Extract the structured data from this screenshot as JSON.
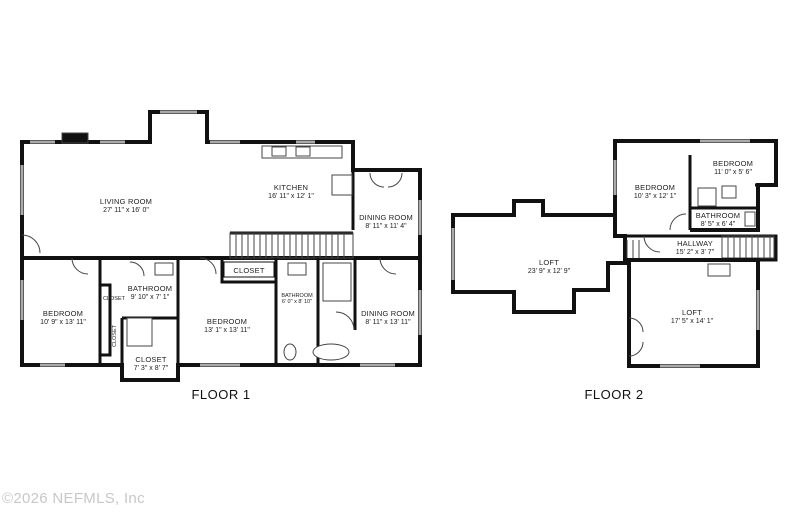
{
  "floors": [
    {
      "label": "FLOOR 1",
      "rooms": [
        {
          "name": "LIVING ROOM",
          "dims": "27' 11\" x 16' 0\""
        },
        {
          "name": "KITCHEN",
          "dims": "16' 11\" x 12' 1\""
        },
        {
          "name": "DINING ROOM",
          "dims": "8' 11\" x 11' 4\""
        },
        {
          "name": "BATHROOM",
          "dims": "9' 10\" x 7' 1\""
        },
        {
          "name": "CLOSET",
          "dims": ""
        },
        {
          "name": "BEDROOM",
          "dims": "10' 9\" x 13' 11\""
        },
        {
          "name": "BEDROOM",
          "dims": "13' 1\" x 13' 11\""
        },
        {
          "name": "BATHROOM",
          "dims": "6' 0\" x 8' 10\""
        },
        {
          "name": "DINING ROOM",
          "dims": "8' 11\" x 13' 11\""
        },
        {
          "name": "CLOSET",
          "dims": "7' 3\" x 8' 7\""
        },
        {
          "name": "CLOSET",
          "dims": ""
        },
        {
          "name": "CLOSET",
          "dims": ""
        }
      ]
    },
    {
      "label": "FLOOR 2",
      "rooms": [
        {
          "name": "BEDROOM",
          "dims": "11' 0\" x 5' 6\""
        },
        {
          "name": "BEDROOM",
          "dims": "10' 3\" x 12' 1\""
        },
        {
          "name": "BATHROOM",
          "dims": "8' 5\" x 6' 4\""
        },
        {
          "name": "HALLWAY",
          "dims": "15' 2\" x 3' 7\""
        },
        {
          "name": "LOFT",
          "dims": "23' 9\" x 12' 9\""
        },
        {
          "name": "LOFT",
          "dims": "17' 5\" x 14' 1\""
        }
      ]
    }
  ],
  "copyright": "©2026 NEFMLS, Inc"
}
